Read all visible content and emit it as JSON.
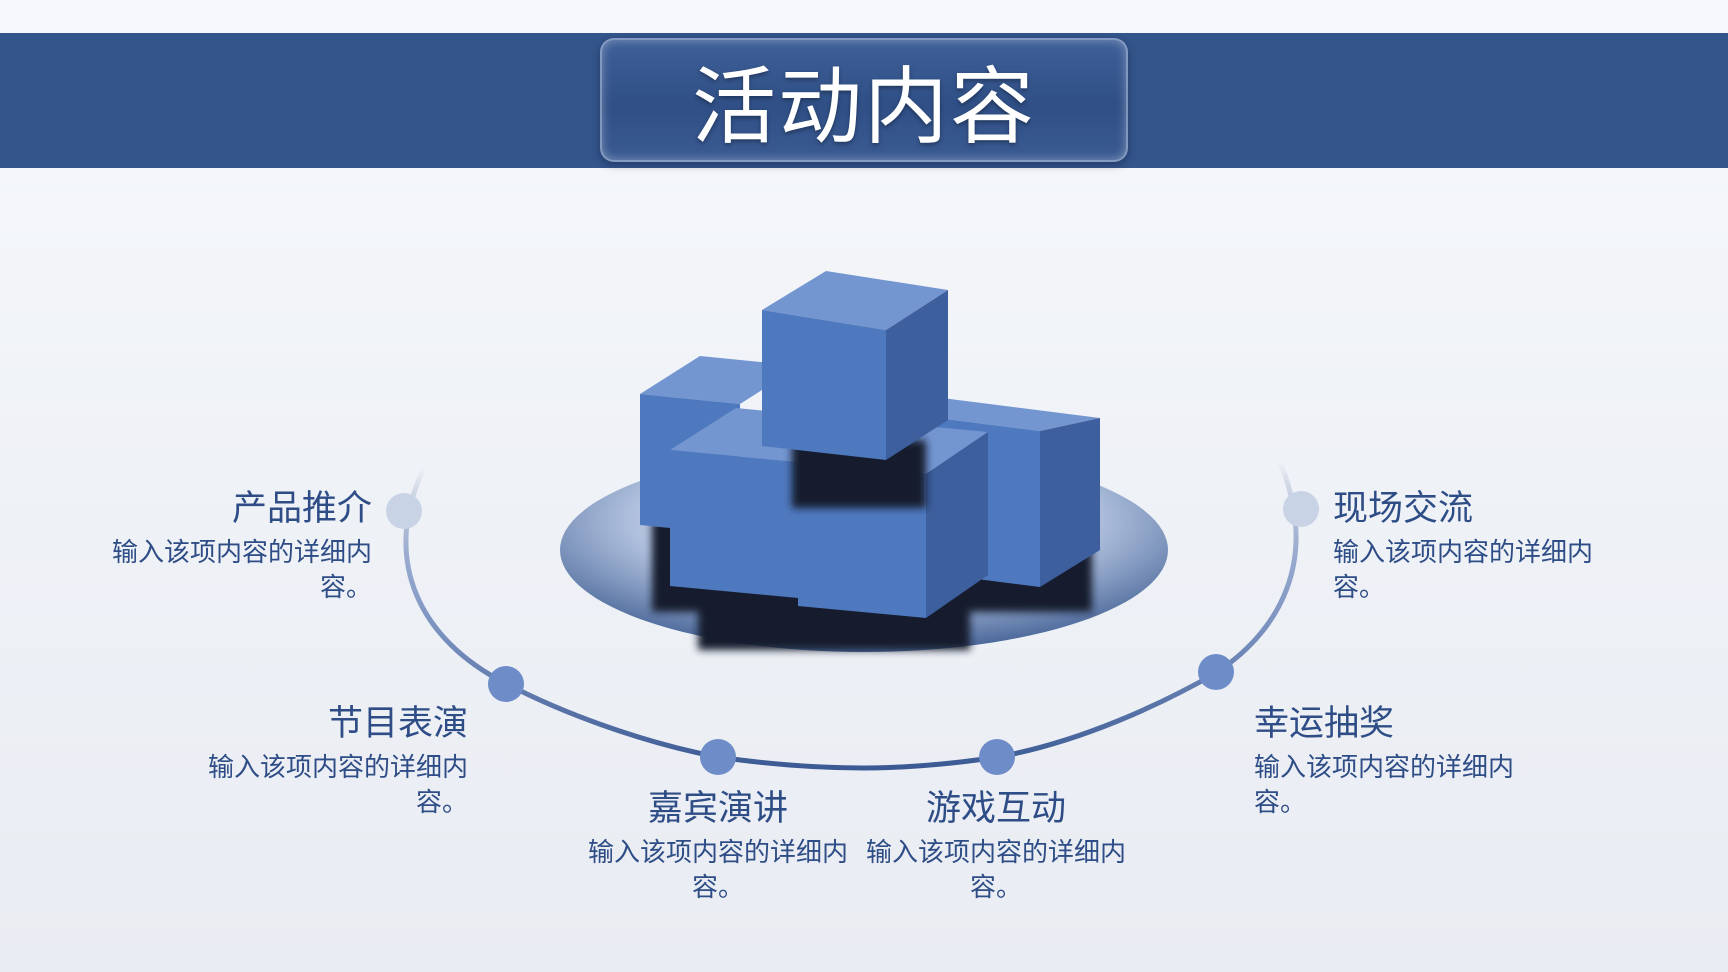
{
  "header": {
    "title": "活动内容"
  },
  "items": [
    {
      "title": "产品推介",
      "desc": "输入该项内容的详细内容。"
    },
    {
      "title": "节目表演",
      "desc": "输入该项内容的详细内容。"
    },
    {
      "title": "嘉宾演讲",
      "desc": "输入该项内容的详细内容。"
    },
    {
      "title": "游戏互动",
      "desc": "输入该项内容的详细内容。"
    },
    {
      "title": "幸运抽奖",
      "desc": "输入该项内容的详细内容。"
    },
    {
      "title": "现场交流",
      "desc": "输入该项内容的详细内容。"
    }
  ],
  "colors": {
    "header_band": "#34558b",
    "text": "#2e4d86",
    "cube_light": "#7396d0",
    "cube_front": "#4f79bf",
    "cube_side": "#3d5f9d",
    "node": "#6e8cc8",
    "node_faded": "#c8d3e6"
  }
}
